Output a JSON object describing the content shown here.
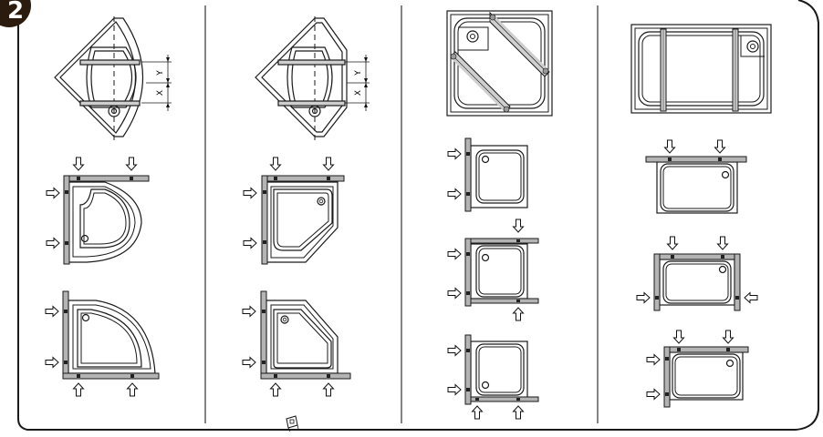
{
  "step": {
    "number": "2"
  },
  "columns": [
    {
      "id": "quadrant-tray",
      "dimension_labels": [
        "Y",
        "X"
      ]
    },
    {
      "id": "pentagon-tray",
      "dimension_labels": [
        "Y",
        "X"
      ]
    },
    {
      "id": "square-tray"
    },
    {
      "id": "rectangular-tray"
    }
  ],
  "icons": {
    "push_arrow": "outline-arrow-icon",
    "drain": "drain-icon",
    "fastener": "fastener-icon"
  },
  "colors": {
    "line": "#1a1a1a",
    "frame_fill": "#b4b4b4",
    "badge": "#2b1b0e"
  }
}
